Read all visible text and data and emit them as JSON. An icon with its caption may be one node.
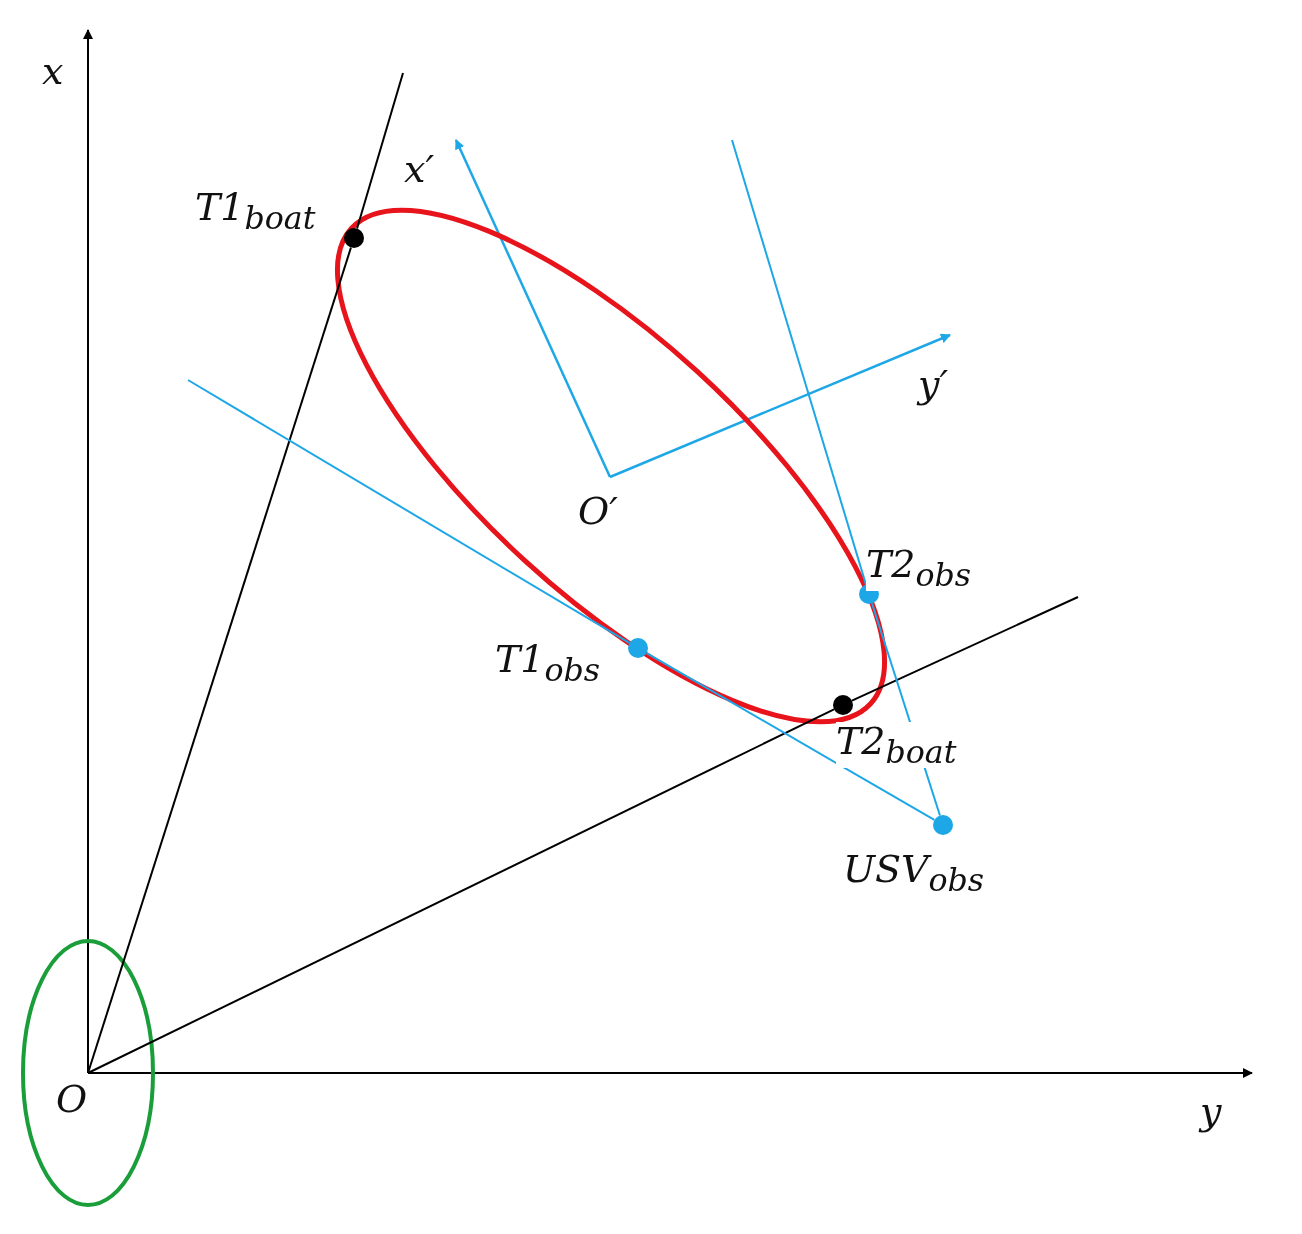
{
  "diagram": {
    "nodes": [
      {
        "text": [
          "O"
        ]
      },
      {
        "text": [],
        "shape": "circle",
        "beside": [
          "T1$_{boat}$"
        ]
      },
      {
        "text": [],
        "shape": "circle",
        "beside": [
          "T2$_{boat}$"
        ]
      },
      {
        "text": [],
        "shape": "circle",
        "beside": [
          "T1$_{obs}$"
        ]
      },
      {
        "text": [],
        "shape": "circle",
        "beside": [
          "T2$_{obs}$"
        ]
      },
      {
        "text": [],
        "shape": "circle",
        "beside": [
          "USV$_{obs}$"
        ]
      }
    ],
    "edges": [
      {
        "from": 0,
        "to": 1,
        "arrow": "none"
      },
      {
        "from": 0,
        "to": 2,
        "arrow": "none"
      },
      {
        "from": 5,
        "to": 3,
        "arrow": "none",
        "color": "#1ea7e6"
      },
      {
        "from": 5,
        "to": 4,
        "arrow": "none",
        "color": "#1ea7e6"
      }
    ],
    "labels": [
      "x",
      "y",
      "x′",
      "y′",
      "O′"
    ]
  }
}
